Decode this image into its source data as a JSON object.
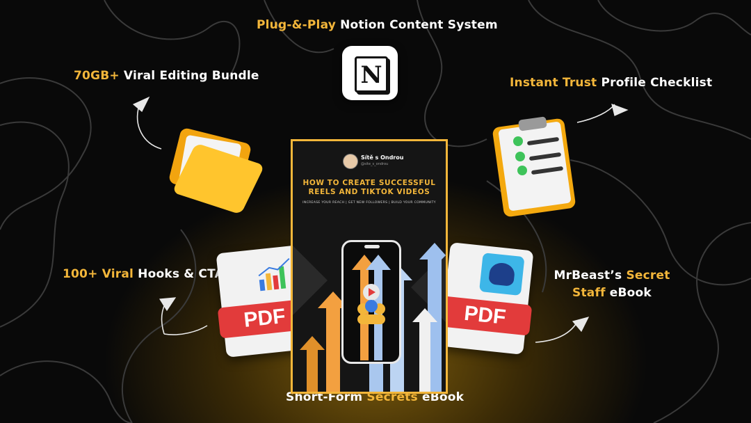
{
  "labels": {
    "top": {
      "highlight": "Plug-&-Play",
      "rest": " Notion Content System"
    },
    "top_left": {
      "highlight": "70GB+",
      "rest": " Viral Editing Bundle"
    },
    "top_right": {
      "highlight": "Instant Trust",
      "rest": " Profile Checklist"
    },
    "mid_left": {
      "highlight": "100+ Viral",
      "rest": " Hooks & CTAs"
    },
    "mid_right": {
      "line1_pre": "MrBeast’s ",
      "line1_highlight": "Secret",
      "line2_highlight": "Staff",
      "line2_rest": " eBook"
    },
    "bottom": {
      "pre": "Short-Form ",
      "highlight": "Secrets",
      "post": " eBook"
    }
  },
  "notion_icon": {
    "letter": "N"
  },
  "ebook": {
    "author": "Sítě s Ondrou",
    "handle": "@site_s_ondrou",
    "title_line1": "HOW TO CREATE SUCCESSFUL",
    "title_line2": "REELS AND TIKTOK VIDEOS",
    "subtitle": "INCREASE YOUR REACH | GET NEW FOLLOWERS | BUILD YOUR COMMUNITY"
  },
  "pdf_left": {
    "text": "PDF"
  },
  "pdf_right": {
    "text": "PDF"
  },
  "colors": {
    "accent": "#f3b63a",
    "background": "#090909",
    "pdf_red": "#e23b3b"
  },
  "icons": [
    "notion-icon",
    "folder-icon",
    "clipboard-checklist-icon",
    "pdf-chart-icon",
    "pdf-mrbeast-icon",
    "arrow-icon"
  ]
}
